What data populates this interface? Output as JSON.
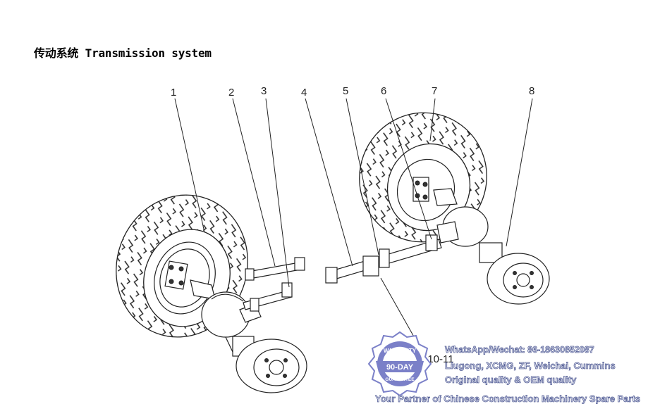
{
  "title": "传动系统 Transmission system",
  "callouts": [
    "1",
    "2",
    "3",
    "4",
    "5",
    "6",
    "7",
    "8",
    "9-10-11"
  ],
  "stamp": {
    "top_text": "WARRANTY",
    "center_text": "90-DAY",
    "bottom_text": "GUARANTEE",
    "color": "#7b80c8"
  },
  "watermark": {
    "line1": "WhatsApp/Wechat: 86-18630852087",
    "line2": "Liugong, XCMG, ZF, Weichai, Cummins",
    "line3": "Original quality & OEM quality",
    "line4": "Your Partner of Chinese Construction Machinery Spare Parts",
    "color": "#4a5590"
  }
}
